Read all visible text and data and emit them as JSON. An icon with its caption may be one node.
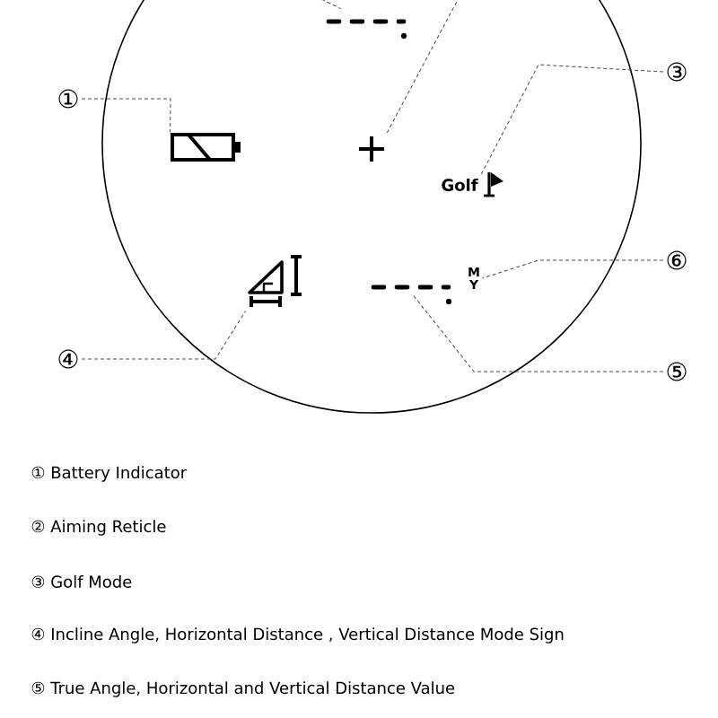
{
  "diagram": {
    "nodes": [
      {
        "text": [
          "①"
        ]
      },
      {
        "text": [],
        "shape": "battery"
      },
      {
        "text": [],
        "shape": "cross"
      },
      {
        "text": [
          "③"
        ]
      },
      {
        "text": [
          "Golf"
        ]
      },
      {
        "text": [
          "⑥"
        ]
      },
      {
        "text": [
          "M Y"
        ]
      },
      {
        "text": [
          "④"
        ]
      },
      {
        "text": [],
        "shape": "triangle"
      },
      {
        "text": [],
        "shape": "dashes"
      },
      {
        "text": [
          "⑤"
        ]
      },
      {
        "text": [],
        "shape": "dashes"
      }
    ],
    "edges": [
      {
        "from": 0,
        "to": 1,
        "arrow": "none",
        "style": "dashed"
      },
      {
        "from": null,
        "to": 2,
        "arrow": "none",
        "style": "dashed"
      },
      {
        "from": 3,
        "to": 4,
        "arrow": "none",
        "style": "dashed"
      },
      {
        "from": 5,
        "to": 6,
        "arrow": "none",
        "style": "dashed"
      },
      {
        "from": 7,
        "to": 8,
        "arrow": "none",
        "style": "dashed"
      },
      {
        "from": 10,
        "to": 9,
        "arrow": "none",
        "style": "dashed"
      },
      {
        "from": null,
        "to": 11,
        "arrow": "none",
        "style": "dashed"
      }
    ],
    "labels": [
      "① Battery Indicator",
      "② Aiming Reticle",
      "③ Golf Mode",
      "④ Incline Angle, Horizontal Distance , Vertical Distance Mode Sign",
      "⑤ True Angle, Horizontal and Vertical Distance Value"
    ]
  }
}
